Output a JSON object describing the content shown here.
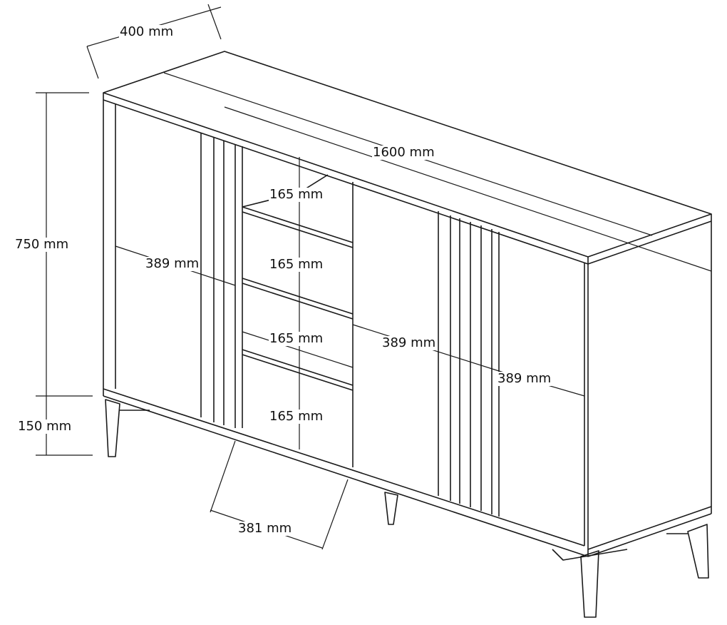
{
  "dimensions": {
    "depth": "400 mm",
    "width": "1600 mm",
    "height": "750 mm",
    "leg_height": "150 mm",
    "shelf_1": "165 mm",
    "shelf_2": "165 mm",
    "shelf_3": "165 mm",
    "shelf_4": "165 mm",
    "left_door": "389 mm",
    "middle_door": "389 mm",
    "right_door": "389 mm",
    "open_section": "381 mm"
  },
  "colors": {
    "line": "#1a1a1a",
    "background": "#ffffff"
  }
}
